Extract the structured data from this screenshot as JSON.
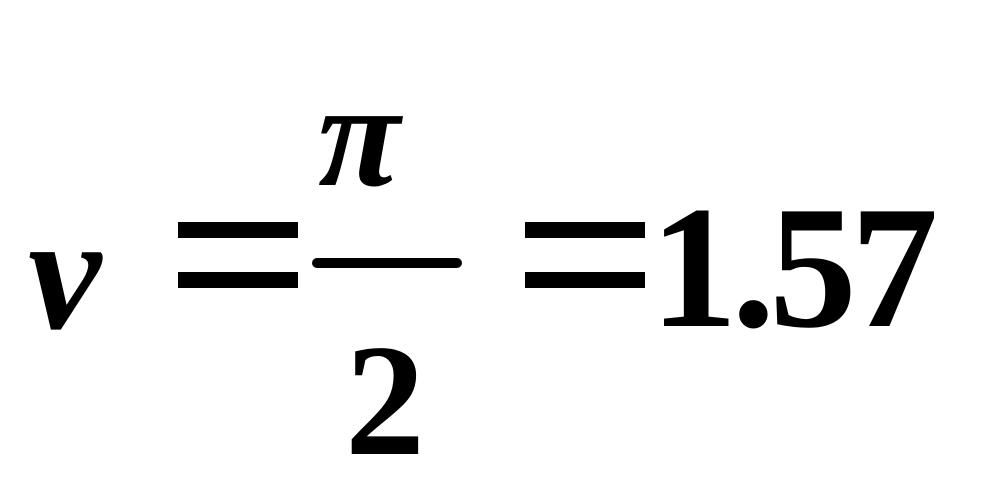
{
  "equation": {
    "variable": "v",
    "equals_symbol": "=",
    "fraction": {
      "numerator": "π",
      "denominator": "2"
    },
    "result": "1.57"
  }
}
